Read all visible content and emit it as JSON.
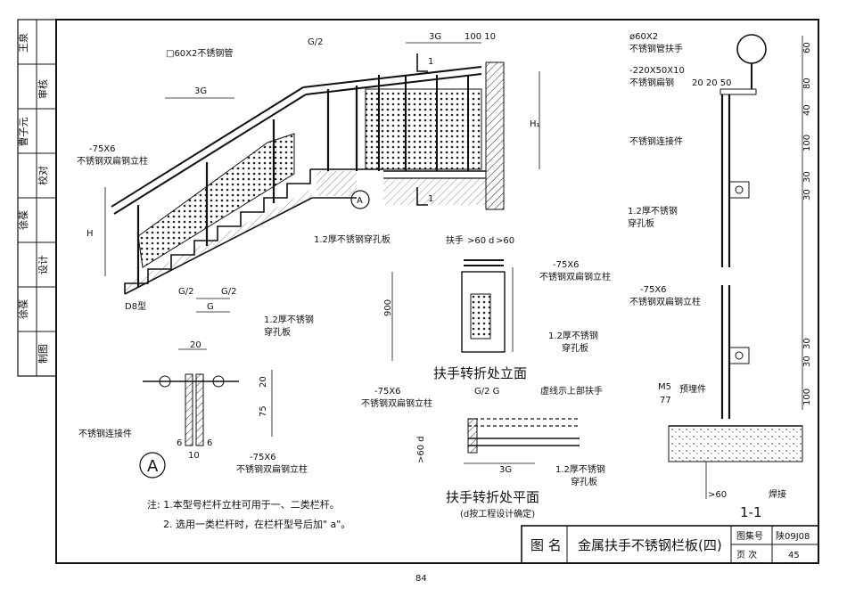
{
  "signatures": {
    "roles": [
      "审核",
      "校对",
      "设计",
      "制图"
    ],
    "names": [
      "王泉",
      "曹子元",
      "徐葆",
      "徐葆"
    ]
  },
  "labels": {
    "tube_main": "□60X2不锈钢管",
    "flat_post_a": "-75X6",
    "flat_post_b": "不锈钢双扁钢立柱",
    "perf_plate": "1.2厚不锈钢穿孔板",
    "d8_type": "D8型",
    "perf_plate_l1": "1.2厚不锈钢",
    "perf_plate_l2": "穿孔板",
    "connector": "不锈钢连接件",
    "handrail": "扶手",
    "pipe_a": "ø60X2",
    "pipe_b": "不锈钢管扶手",
    "flat_a": "-220X50X10",
    "flat_b": "不锈钢扁钢",
    "embedded": "预埋件",
    "weld": "焊接",
    "dashed_note": "虚线示上部扶手",
    "section_A": "A",
    "m5_top": "M5",
    "m5_bottom": "77",
    "cut_mark": "1"
  },
  "dims": {
    "d3g": "3G",
    "d3g_top": "3G",
    "d100_10": "100 10",
    "g2": "G/2",
    "g": "G",
    "h": "H",
    "h1": "H₁",
    "d20": "20",
    "d75": "75",
    "d6": "6",
    "d10": "10",
    "d900": "900",
    "d60": "60",
    "d": "d",
    "gt60": ">60",
    "gt60d": ">60 d",
    "g2g": "G/2  G",
    "r60": "60",
    "r80": "80",
    "r40": "40",
    "r100": "100",
    "r30": "30",
    "r20_20_50": "20  20  50"
  },
  "titles": {
    "elevation": "扶手转折处立面",
    "plan": "扶手转折处平面",
    "plan_note": "(d按工程设计确定)",
    "section": "1-1"
  },
  "notes": {
    "n1": "注: 1.本型号栏杆立柱可用于一、二类栏杆。",
    "n2": "2. 选用一类栏杆时，在栏杆型号后加\" a\"。"
  },
  "title_block": {
    "name_label": "图 名",
    "name": "金属扶手不锈钢栏板(四)",
    "atlas_label": "图集号",
    "atlas": "陕09J08",
    "page_label": "页 次",
    "page": "45"
  },
  "page_number": "84"
}
